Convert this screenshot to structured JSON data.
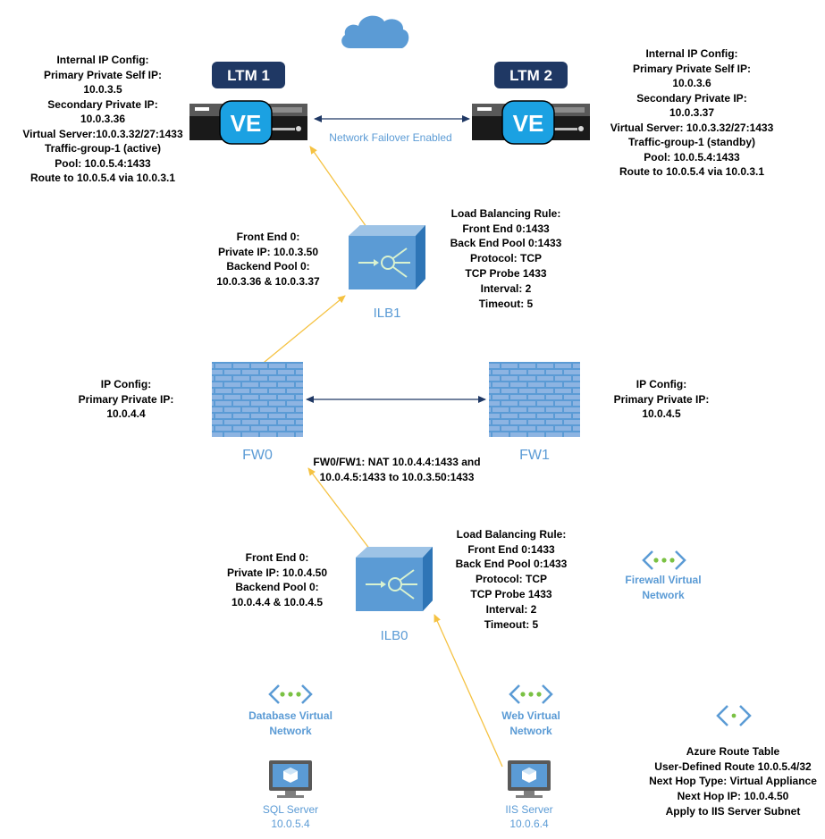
{
  "cloud": {
    "icon": "cloud-icon"
  },
  "ltm1": {
    "badge": "LTM 1",
    "ve_label": "VE",
    "config": [
      "Internal IP Config:",
      "Primary Private Self IP:",
      "10.0.3.5",
      "Secondary Private IP:",
      "10.0.3.36",
      "Virtual Server:10.0.3.32/27:1433",
      "Traffic-group-1 (active)",
      "Pool: 10.0.5.4:1433",
      "Route to 10.0.5.4 via 10.0.3.1"
    ]
  },
  "ltm2": {
    "badge": "LTM 2",
    "ve_label": "VE",
    "config": [
      "Internal IP Config:",
      "Primary Private Self IP:",
      "10.0.3.6",
      "Secondary Private IP:",
      "10.0.3.37",
      "Virtual Server: 10.0.3.32/27:1433",
      "Traffic-group-1 (standby)",
      "Pool: 10.0.5.4:1433",
      "Route to 10.0.5.4 via 10.0.3.1"
    ]
  },
  "failover_label": "Network Failover Enabled",
  "ilb1": {
    "name": "ILB1",
    "frontend": [
      "Front End 0:",
      "Private IP: 10.0.3.50",
      "Backend Pool 0:",
      "10.0.3.36  & 10.0.3.37"
    ],
    "rule": [
      "Load Balancing Rule:",
      "Front End 0:1433",
      "Back End Pool 0:1433",
      "Protocol: TCP",
      "TCP Probe 1433",
      "Interval: 2",
      "Timeout: 5"
    ]
  },
  "fw0": {
    "name": "FW0",
    "config": [
      "IP Config:",
      "Primary Private IP:",
      "10.0.4.4"
    ]
  },
  "fw1": {
    "name": "FW1",
    "config": [
      "IP Config:",
      "Primary Private IP:",
      "10.0.4.5"
    ]
  },
  "nat_label": [
    "FW0/FW1: NAT 10.0.4.4:1433 and",
    "10.0.4.5:1433 to 10.0.3.50:1433"
  ],
  "ilb0": {
    "name": "ILB0",
    "frontend": [
      "Front End 0:",
      "Private IP: 10.0.4.50",
      "Backend Pool 0:",
      "10.0.4.4 & 10.0.4.5"
    ],
    "rule": [
      "Load Balancing Rule:",
      "Front End 0:1433",
      "Back End Pool 0:1433",
      "Protocol: TCP",
      "TCP Probe 1433",
      "Interval: 2",
      "Timeout: 5"
    ]
  },
  "firewall_vnet": [
    "Firewall Virtual",
    "Network"
  ],
  "database_vnet": [
    "Database Virtual",
    "Network"
  ],
  "web_vnet": [
    "Web Virtual",
    "Network"
  ],
  "sql_server": {
    "name": "SQL Server",
    "ip": "10.0.5.4"
  },
  "iis_server": {
    "name": "IIS Server",
    "ip": "10.0.6.4"
  },
  "route_table": [
    "Azure Route Table",
    "User-Defined Route 10.0.5.4/32",
    "Next Hop Type: Virtual Appliance",
    "Next Hop IP: 10.0.4.50",
    "Apply to IIS Server Subnet"
  ],
  "colors": {
    "accent_blue": "#5b9bd5",
    "navy": "#1f3864",
    "arrow_yellow": "#f5c242",
    "cloud_blue": "#5b9bd5",
    "vnet_green": "#7ac143",
    "ve_blue": "#1ba1e2"
  }
}
